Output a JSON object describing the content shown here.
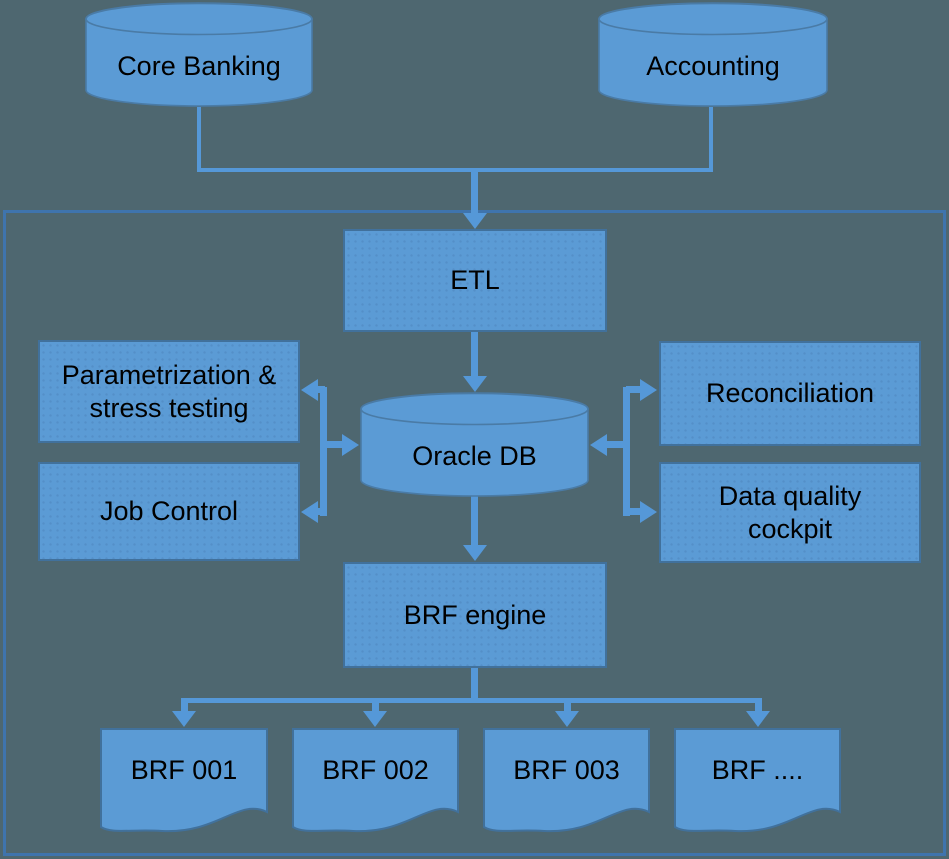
{
  "colors": {
    "background": "#4e6770",
    "region_border": "#3f74ad",
    "shape_fill": "#5b9bd5",
    "shape_border": "#41719c",
    "connector": "#5598d8",
    "label_text": "#000000"
  },
  "nodes": {
    "core_banking": {
      "shape": "cylinder",
      "label": "Core Banking"
    },
    "accounting": {
      "shape": "cylinder",
      "label": "Accounting"
    },
    "etl": {
      "shape": "rectangle",
      "label": "ETL"
    },
    "oracle_db": {
      "shape": "cylinder",
      "label": "Oracle DB"
    },
    "parametrization": {
      "shape": "rectangle",
      "lines": [
        "Parametrization &",
        "stress testing"
      ]
    },
    "job_control": {
      "shape": "rectangle",
      "label": "Job Control"
    },
    "reconciliation": {
      "shape": "rectangle",
      "label": "Reconciliation"
    },
    "data_quality": {
      "shape": "rectangle",
      "lines": [
        "Data quality",
        "cockpit"
      ]
    },
    "brf_engine": {
      "shape": "rectangle",
      "label": "BRF engine"
    },
    "brf_001": {
      "shape": "document",
      "label": "BRF 001"
    },
    "brf_002": {
      "shape": "document",
      "label": "BRF 002"
    },
    "brf_003": {
      "shape": "document",
      "label": "BRF 003"
    },
    "brf_more": {
      "shape": "document",
      "label": "BRF ...."
    }
  },
  "edges": [
    {
      "from": "core_banking",
      "to": "etl",
      "direction": "forward"
    },
    {
      "from": "accounting",
      "to": "etl",
      "direction": "forward"
    },
    {
      "from": "etl",
      "to": "oracle_db",
      "direction": "forward"
    },
    {
      "from": "oracle_db",
      "to": "parametrization",
      "direction": "both"
    },
    {
      "from": "oracle_db",
      "to": "job_control",
      "direction": "both"
    },
    {
      "from": "oracle_db",
      "to": "reconciliation",
      "direction": "both"
    },
    {
      "from": "oracle_db",
      "to": "data_quality",
      "direction": "both"
    },
    {
      "from": "oracle_db",
      "to": "brf_engine",
      "direction": "forward"
    },
    {
      "from": "brf_engine",
      "to": "brf_001",
      "direction": "forward"
    },
    {
      "from": "brf_engine",
      "to": "brf_002",
      "direction": "forward"
    },
    {
      "from": "brf_engine",
      "to": "brf_003",
      "direction": "forward"
    },
    {
      "from": "brf_engine",
      "to": "brf_more",
      "direction": "forward"
    }
  ]
}
